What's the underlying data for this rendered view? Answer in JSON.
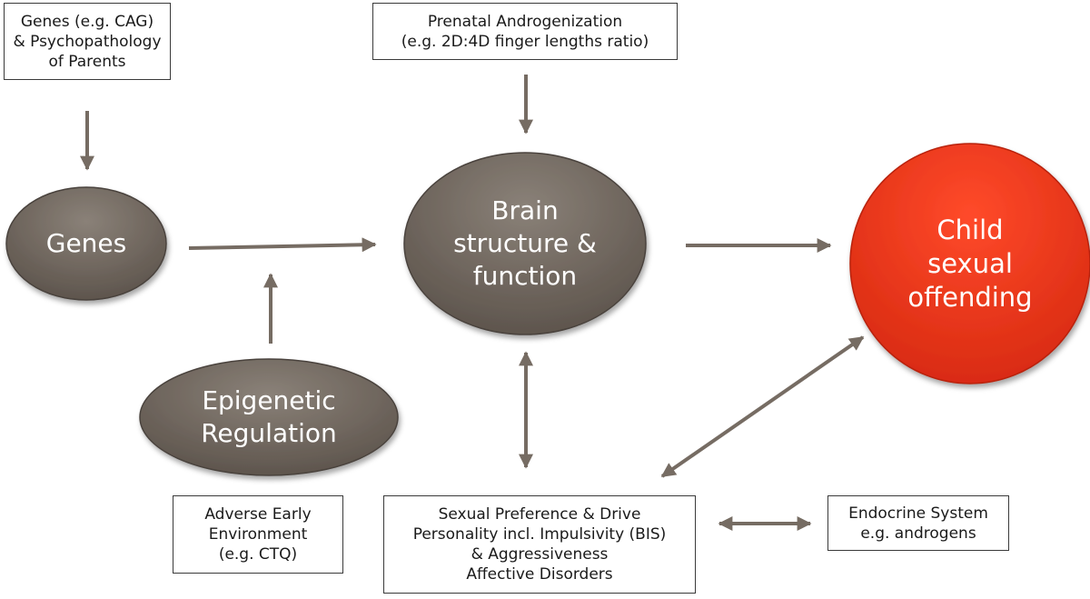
{
  "colors": {
    "node_gray": "#6f655c",
    "node_red": "#e8321a",
    "arrow": "#766c63",
    "box_border": "#3a3a3a"
  },
  "boxes": {
    "genes_parents": [
      "Genes (e.g. CAG)",
      "& Psychopathology",
      "of Parents"
    ],
    "prenatal": [
      "Prenatal Androgenization",
      "(e.g. 2D:4D finger lengths ratio)"
    ],
    "adverse": [
      "Adverse Early",
      "Environment",
      "(e.g. CTQ)"
    ],
    "sexual_pref": [
      "Sexual Preference & Drive",
      "Personality incl. Impulsivity (BIS)",
      "& Aggressiveness",
      "Affective Disorders"
    ],
    "endocrine": [
      "Endocrine System",
      "e.g. androgens"
    ]
  },
  "nodes": {
    "genes": [
      "Genes"
    ],
    "brain": [
      "Brain",
      "structure &",
      "function"
    ],
    "epigenetic": [
      "Epigenetic",
      "Regulation"
    ],
    "child": [
      "Child",
      "sexual",
      "offending"
    ]
  }
}
